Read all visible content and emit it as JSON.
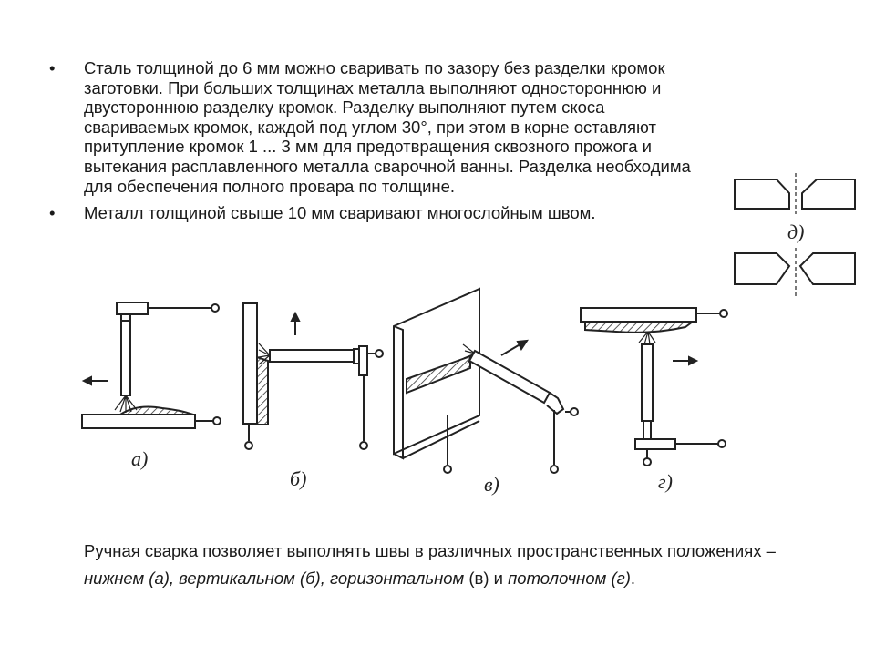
{
  "bullets": [
    {
      "marker": "•",
      "text": "Сталь толщиной до 6 мм можно сваривать по зазору без разделки кромок заготовки. При больших толщинах металла выполняют одностороннюю и двустороннюю разделку кромок. Разделку выполняют путем скоса свариваемых кромок, каждой под углом 30°, при этом в корне оставляют притупление кромок 1 ... 3 мм для предотвращения сквозного прожога и вытекания расплавленного металла сварочной ванны. Разделка необходима для обеспечения полного провара по толщине."
    },
    {
      "marker": "•",
      "text": "Металл толщиной свыше 10 мм сваривают многослойным швом."
    }
  ],
  "figure_labels": {
    "a": "а)",
    "b": "б)",
    "v": "в)",
    "g": "г)",
    "d": "д)"
  },
  "caption": {
    "p1": "Ручная сварка позволяет выполнять швы в различных пространственных положениях – ",
    "i1": "нижнем (а), вертикальном (б), горизонтальном",
    "p2": " (в) и ",
    "i2": "потолочном (г)",
    "p3": "."
  }
}
